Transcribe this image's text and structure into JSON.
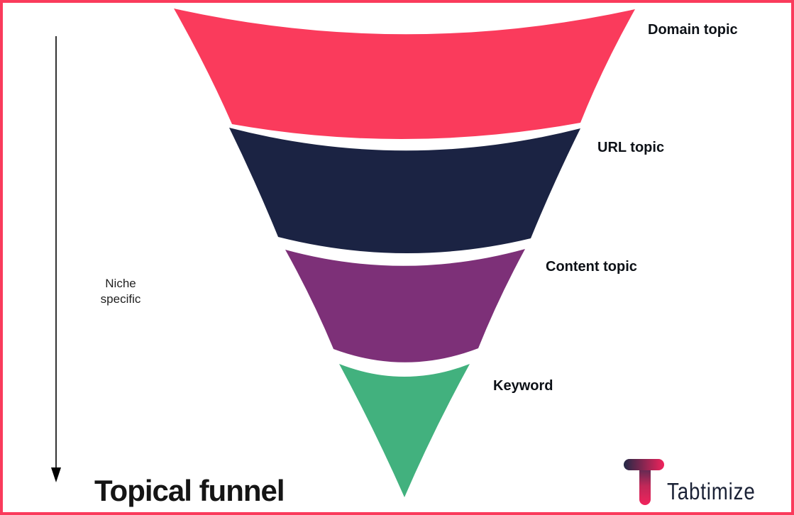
{
  "frame": {
    "border_color": "#FA3B5C",
    "background": "#FFFFFF"
  },
  "diagram": {
    "title": "Topical funnel",
    "type": "funnel",
    "axis_note": {
      "line1": "Niche",
      "line2": "specific"
    },
    "arrow_color": "#000000",
    "levels": [
      {
        "label": "Domain topic",
        "color": "#FA3B5C"
      },
      {
        "label": "URL topic",
        "color": "#1B2343"
      },
      {
        "label": "Content topic",
        "color": "#7D3078"
      },
      {
        "label": "Keyword",
        "color": "#42B17E"
      }
    ]
  },
  "brand": {
    "name": "Tabtimize",
    "logo": {
      "bar_gradient_start": "#232946",
      "bar_gradient_end": "#F0235C",
      "stem_gradient_start": "#3A2B51",
      "stem_gradient_end": "#F0235C",
      "text_color": "#1B2236"
    }
  }
}
